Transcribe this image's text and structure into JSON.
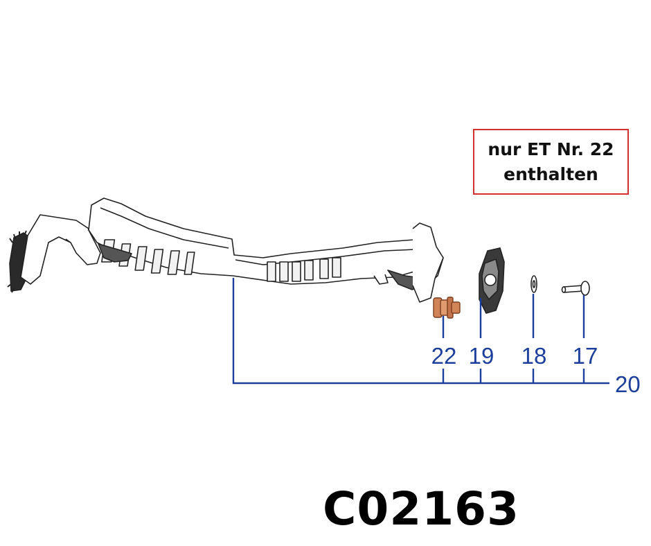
{
  "note": {
    "line1": "nur ET Nr. 22",
    "line2": "enthalten",
    "border_color": "#d32f2f"
  },
  "parts": {
    "p22": "22",
    "p19": "19",
    "p18": "18",
    "p17": "17",
    "p20": "20"
  },
  "leader_color": "#1c3f9c",
  "highlight_color": "#d08458",
  "code": "C02163"
}
